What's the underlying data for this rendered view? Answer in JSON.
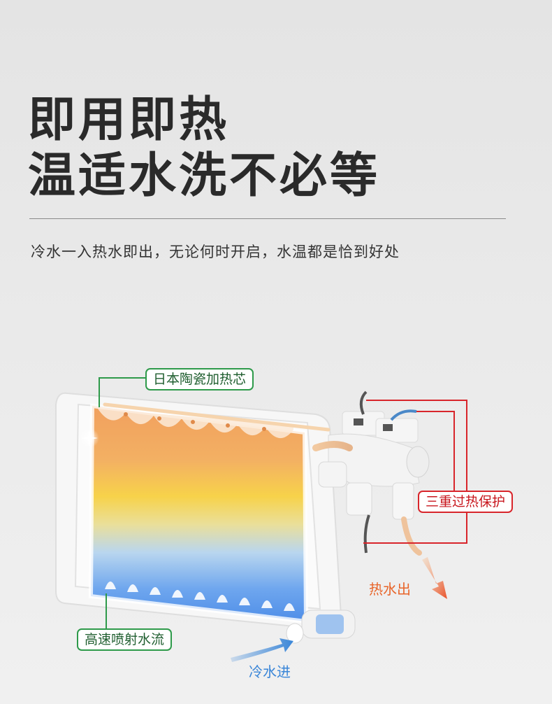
{
  "headline": {
    "line1": "即用即热",
    "line2": "温适水洗不必等"
  },
  "subtitle": "冷水一入热水即出，无论何时开启，水温都是恰到好处",
  "labels": {
    "heating_core": "日本陶瓷加热芯",
    "spray_flow": "高速喷射水流",
    "overheat_protection": "三重过热保护",
    "hot_water_out": "热水出",
    "cold_water_in": "冷水进"
  },
  "colors": {
    "accent_green": "#2e9a4a",
    "accent_red": "#d8252b",
    "hot_orange": "#e8652a",
    "cold_blue": "#3a86d8"
  }
}
